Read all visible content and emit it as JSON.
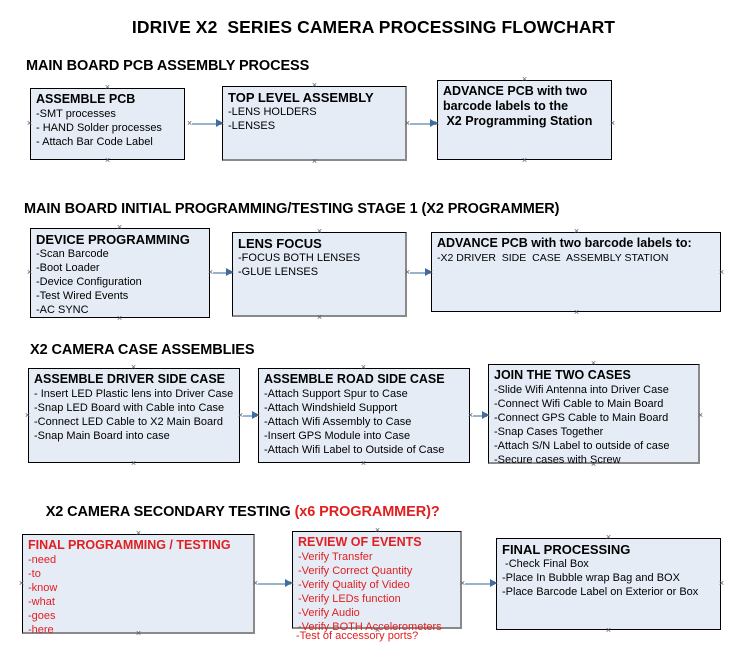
{
  "document": {
    "title": "IDRIVE X2  SERIES CAMERA PROCESSING FLOWCHART"
  },
  "sections": [
    {
      "id": "main-board-pcb-assembly",
      "heading": "MAIN BOARD PCB ASSEMBLY PROCESS",
      "heading_accent": ""
    },
    {
      "id": "main-board-initial-programming",
      "heading": "MAIN BOARD INITIAL PROGRAMMING/TESTING STAGE 1 (X2 PROGRAMMER)",
      "heading_accent": ""
    },
    {
      "id": "x2-camera-case-assemblies",
      "heading": "X2 CAMERA CASE ASSEMBLIES",
      "heading_accent": ""
    },
    {
      "id": "x2-camera-secondary-testing",
      "heading": "X2 CAMERA SECONDARY TESTING ",
      "heading_accent": "(x6 PROGRAMMER)?"
    }
  ],
  "boxes": {
    "assemble_pcb": {
      "title": "ASSEMBLE PCB",
      "items": [
        "-SMT processes",
        "- HAND Solder processes",
        "- Attach Bar Code Label"
      ]
    },
    "top_level_assembly": {
      "title": "TOP LEVEL ASSEMBLY",
      "items": [
        "-LENS HOLDERS",
        "-LENSES"
      ]
    },
    "advance_pcb_station": {
      "title_lines": [
        "ADVANCE PCB with two",
        "barcode labels to the",
        " X2 Programming Station"
      ]
    },
    "device_programming": {
      "title": "DEVICE PROGRAMMING",
      "items": [
        "-Scan Barcode",
        "-Boot Loader",
        "-Device Configuration",
        "-Test Wired Events",
        "-AC SYNC"
      ]
    },
    "lens_focus": {
      "title": "LENS FOCUS",
      "items": [
        "-FOCUS BOTH LENSES",
        "-GLUE LENSES"
      ]
    },
    "advance_pcb_driver_case": {
      "title": "ADVANCE PCB with two barcode labels to:",
      "items": [
        "-X2 DRIVER  SIDE  CASE  ASSEMBLY STATION"
      ]
    },
    "assemble_driver_side_case": {
      "title": "ASSEMBLE DRIVER SIDE CASE",
      "items": [
        "- Insert LED Plastic lens into Driver Case",
        "-Snap LED Board with Cable into Case",
        "-Connect LED Cable to X2 Main Board",
        "-Snap Main Board into case"
      ]
    },
    "assemble_road_side_case": {
      "title": "ASSEMBLE ROAD SIDE CASE",
      "items": [
        "-Attach Support Spur to Case",
        "-Attach Windshield Support",
        "-Attach Wifi Assembly to Case",
        "-Insert GPS Module into Case",
        "-Attach Wifi Label to Outside of Case"
      ]
    },
    "join_the_two_cases": {
      "title": "JOIN THE TWO CASES",
      "items": [
        "-Slide Wifi Antenna into Driver Case",
        "-Connect Wifi Cable to Main Board",
        "-Connect GPS Cable to Main Board",
        "-Snap Cases Together",
        "-Attach S/N Label to outside of case",
        "-Secure cases with Screw"
      ]
    },
    "final_programming_testing": {
      "title": "FINAL PROGRAMMING / TESTING",
      "items": [
        "-need",
        "-to",
        "-know",
        "-what",
        "-goes",
        "-here"
      ]
    },
    "review_of_events": {
      "title": "REVIEW OF EVENTS",
      "items": [
        "-Verify Transfer",
        "-Verify Correct Quantity",
        "-Verify Quality of Video",
        "-Verify LEDs function",
        "-Verify Audio",
        "-Verify BOTH Accelerometers"
      ],
      "overflow_item": "-Test of accessory ports?"
    },
    "final_processing": {
      "title": "FINAL PROCESSING",
      "items": [
        " -Check Final Box",
        "-Place In Bubble wrap Bag and BOX",
        "-Place Barcode Label on Exterior or Box"
      ]
    }
  },
  "colors": {
    "box_fill": "#e5ecf6",
    "box_border": "#000000",
    "box_shadow_border": "#8a8a8a",
    "connector_line": "#9bb2cc",
    "arrowhead": "#3b6ea5",
    "accent_red": "#e02020",
    "text": "#000000"
  }
}
